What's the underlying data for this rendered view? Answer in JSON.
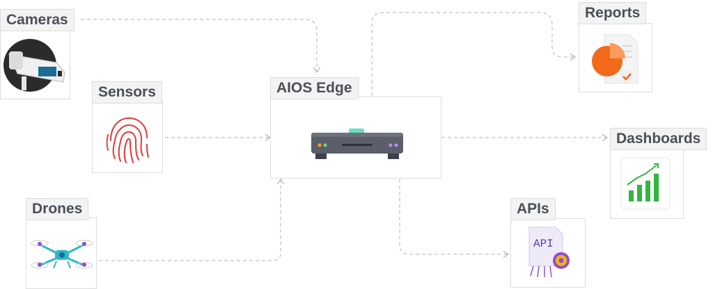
{
  "nodes": {
    "cameras": "Cameras",
    "sensors": "Sensors",
    "drones": "Drones",
    "edge": "AIOS Edge",
    "reports": "Reports",
    "dashboards": "Dashboards",
    "apis": "APIs"
  },
  "icons": {
    "cameras": "security-camera-icon",
    "sensors": "fingerprint-icon",
    "drones": "drone-icon",
    "edge": "edge-server-icon",
    "reports": "pie-report-icon",
    "dashboards": "bar-chart-icon",
    "apis": "api-gear-icon"
  },
  "api_badge": "API",
  "colors": {
    "label_text": "#4b4f58",
    "connector": "#bdbdbd",
    "report_orange": "#f26a1b",
    "chart_green": "#33b540",
    "fingerprint_red": "#e03a3a",
    "drone_teal": "#2db7c9",
    "api_purple": "#8a4fd8"
  }
}
